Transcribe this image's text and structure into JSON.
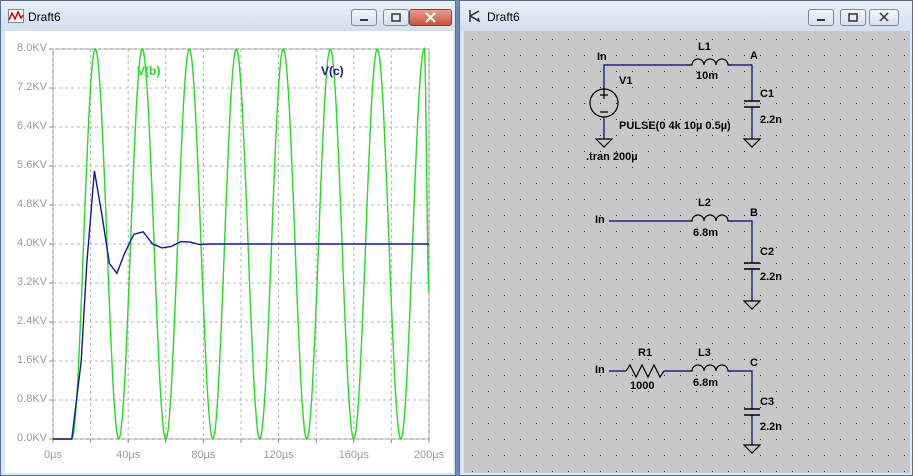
{
  "waveform_window": {
    "title": "Draft6",
    "controls": [
      "minimize",
      "maximize",
      "close"
    ]
  },
  "schematic_window": {
    "title": "Draft6",
    "controls": [
      "minimize",
      "maximize",
      "close"
    ]
  },
  "colors": {
    "plot_bg": "#ffffff",
    "grid": "#b4b4b4",
    "trace_b": "#22dd22",
    "trace_c": "#1414a0",
    "schematic_bg": "#c8c8c8",
    "wire": "#000080"
  },
  "chart_data": {
    "type": "line",
    "xlabel": "",
    "ylabel": "",
    "xlim": [
      0,
      200
    ],
    "ylim": [
      0,
      8
    ],
    "x_ticks": [
      "0µs",
      "40µs",
      "80µs",
      "120µs",
      "160µs",
      "200µs"
    ],
    "y_ticks": [
      "0.0KV",
      "0.8KV",
      "1.6KV",
      "2.4KV",
      "3.2KV",
      "4.0KV",
      "4.8KV",
      "5.6KV",
      "6.4KV",
      "7.2KV",
      "8.0KV"
    ],
    "series": [
      {
        "name": "V(b)",
        "color": "#22dd22",
        "x_us": [
          0,
          10,
          22.5,
          35,
          47.5,
          60,
          72.5,
          85,
          97.5,
          110,
          122.5,
          135,
          147.5,
          160,
          172.5,
          185,
          197.5,
          200
        ],
        "y_kv": [
          0,
          0,
          8,
          0,
          8,
          0,
          8,
          0,
          8,
          0,
          8,
          0,
          8,
          0,
          8,
          0,
          8,
          3
        ]
      },
      {
        "name": "V(c)",
        "color": "#1414a0",
        "x_us": [
          0,
          10,
          15,
          18,
          22,
          26,
          30,
          34,
          38,
          43,
          48,
          53,
          58,
          63,
          68,
          73,
          78,
          83,
          90,
          200
        ],
        "y_kv": [
          0,
          0,
          1.6,
          3.6,
          5.5,
          4.6,
          3.6,
          3.4,
          3.8,
          4.2,
          4.25,
          4.0,
          3.92,
          3.95,
          4.05,
          4.04,
          3.99,
          4.0,
          4.0,
          4.0
        ]
      }
    ]
  },
  "schematic": {
    "source": {
      "name": "V1",
      "node": "In",
      "value": "PULSE(0 4k 10µ 0.5µ)"
    },
    "directive": ".tran 200µ",
    "circuit_a": {
      "node_in": "In",
      "inductor": "L1",
      "inductor_value": "10m",
      "node_out": "A",
      "capacitor": "C1",
      "capacitor_value": "2.2n"
    },
    "circuit_b": {
      "node_in": "In",
      "inductor": "L2",
      "inductor_value": "6.8m",
      "node_out": "B",
      "capacitor": "C2",
      "capacitor_value": "2.2n"
    },
    "circuit_c": {
      "node_in": "In",
      "resistor": "R1",
      "resistor_value": "1000",
      "inductor": "L3",
      "inductor_value": "6.8m",
      "node_out": "C",
      "capacitor": "C3",
      "capacitor_value": "2.2n"
    }
  }
}
